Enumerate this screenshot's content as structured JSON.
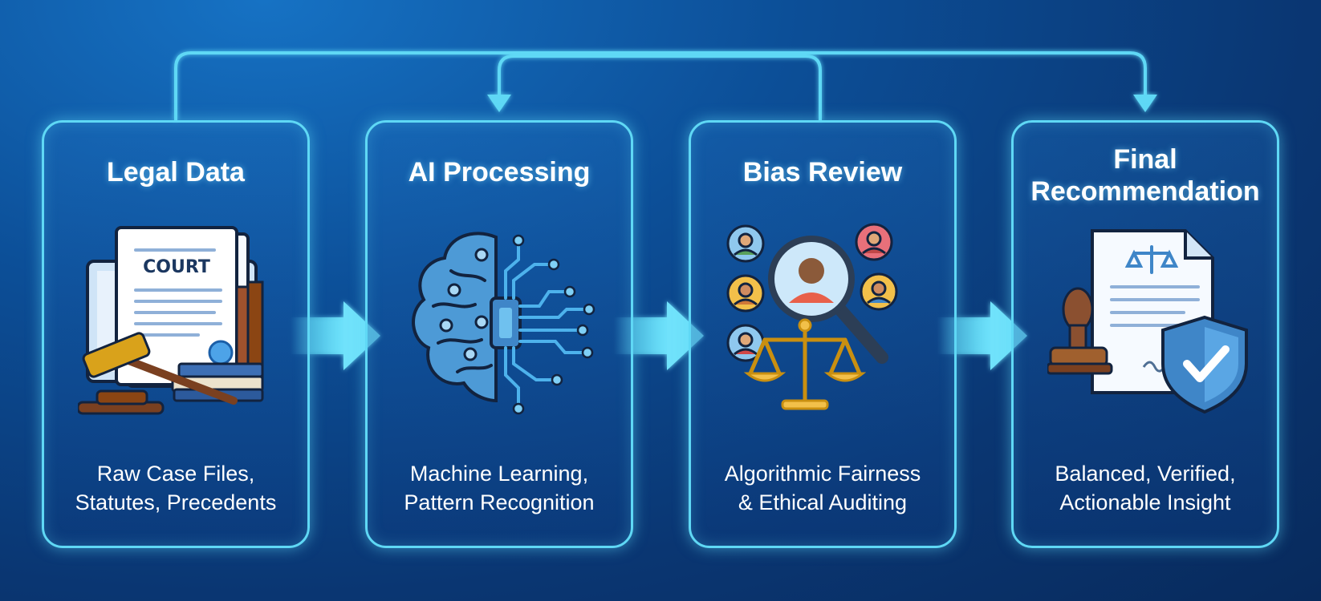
{
  "stages": [
    {
      "title": [
        "Legal Data"
      ],
      "description": [
        "Raw Case Files,",
        "Statutes, Precedents"
      ],
      "icon": "court-documents-gavel-icon"
    },
    {
      "title": [
        "AI Processing"
      ],
      "description": [
        "Machine Learning,",
        "Pattern Recognition"
      ],
      "icon": "brain-circuit-icon"
    },
    {
      "title": [
        "Bias Review"
      ],
      "description": [
        "Algorithmic Fairness",
        "& Ethical Auditing"
      ],
      "icon": "magnifier-people-scales-icon"
    },
    {
      "title": [
        "Final",
        "Recommendation"
      ],
      "description": [
        "Balanced, Verified,",
        "Actionable Insight"
      ],
      "icon": "document-stamp-shield-icon"
    }
  ],
  "icon_texts": {
    "court_label": "COURT"
  },
  "colors": {
    "accent": "#5fd8f5",
    "background": "#0c4f98",
    "text": "#ffffff"
  }
}
